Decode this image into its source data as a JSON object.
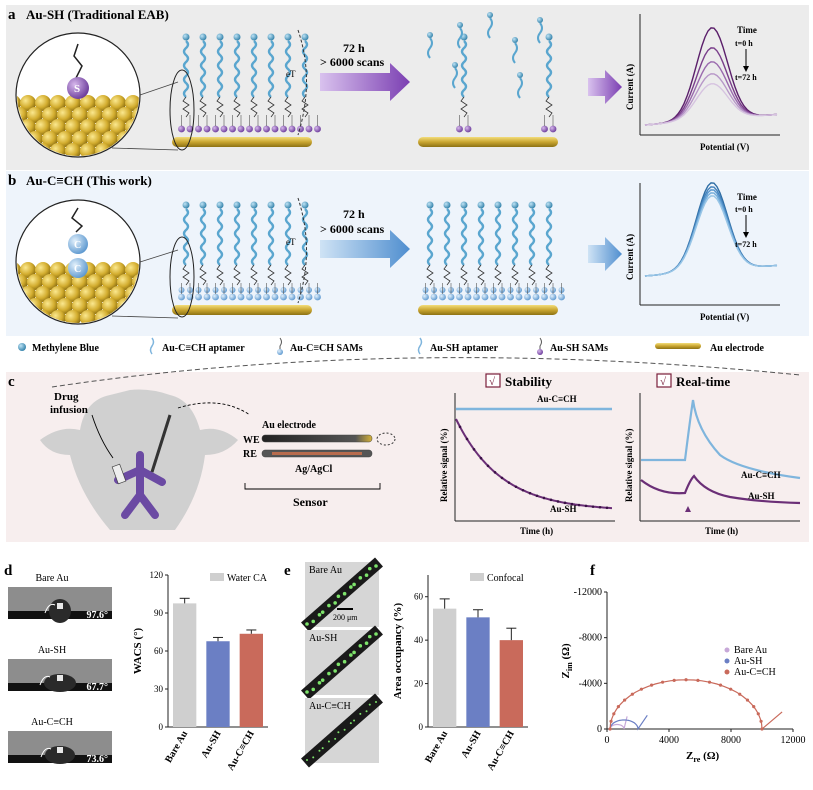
{
  "panel_a": {
    "letter": "a",
    "title": "Au-SH (Traditional EAB)",
    "arrow_line1": "72 h",
    "arrow_line2": "> 6000 scans",
    "et_label": "eT",
    "atom_label": "S",
    "plot_xlabel": "Potential (V)",
    "plot_ylabel": "Current (A)",
    "plot_time": "Time",
    "plot_t0": "t=0 h",
    "plot_t72": "t=72 h"
  },
  "panel_b": {
    "letter": "b",
    "title": "Au-C≡CH (This work)",
    "arrow_line1": "72 h",
    "arrow_line2": "> 6000 scans",
    "et_label": "eT",
    "atom_label": "C",
    "plot_xlabel": "Potential (V)",
    "plot_ylabel": "Current (A)",
    "plot_time": "Time",
    "plot_t0": "t=0 h",
    "plot_t72": "t=72 h"
  },
  "legend": {
    "items": [
      "Methylene Blue",
      "Au-C≡CH aptamer",
      "Au-C≡CH SAMs",
      "Au-SH aptamer",
      "Au-SH SAMs",
      "Au electrode"
    ]
  },
  "panel_c": {
    "letter": "c",
    "drug_infusion": "Drug\ninfusion",
    "au_electrode": "Au electrode",
    "we": "WE",
    "re": "RE",
    "agagcl": "Ag/AgCl",
    "sensor": "Sensor",
    "stability_title": "Stability",
    "realtime_title": "Real-time",
    "check": "√",
    "ylabel": "Relative signal (%)",
    "xlabel": "Time (h)",
    "label_auc": "Au-C≡CH",
    "label_ausah": "Au-SH"
  },
  "panel_d": {
    "letter": "d",
    "images": [
      {
        "label": "Bare Au",
        "angle": "97.6°"
      },
      {
        "label": "Au-SH",
        "angle": "67.7°"
      },
      {
        "label": "Au-C≡CH",
        "angle": "73.6°"
      }
    ]
  },
  "panel_e": {
    "letter": "e",
    "images": [
      {
        "label": "Bare Au"
      },
      {
        "label": "Au-SH"
      },
      {
        "label": "Au-C≡CH"
      }
    ],
    "scale": "200 μm"
  },
  "panel_f": {
    "letter": "f"
  },
  "colors": {
    "bare": "#cfcfcf",
    "sh": "#6b7fc4",
    "cch": "#c96a5b",
    "mb": "#3a8fb7",
    "gold": "#d4b13a",
    "purple": "#6b2f77",
    "lightblue": "#7fb5dd"
  },
  "chart_data": [
    {
      "id": "wacs",
      "type": "bar",
      "categories": [
        "Bare Au",
        "Au-SH",
        "Au-C≡CH"
      ],
      "values": [
        97.6,
        67.7,
        73.6
      ],
      "errors": [
        4,
        3,
        3
      ],
      "ylabel": "WACS (°)",
      "legend": "Water CA",
      "ylim": [
        0,
        120
      ],
      "yticks": [
        0,
        30,
        60,
        90,
        120
      ]
    },
    {
      "id": "area",
      "type": "bar",
      "categories": [
        "Bare Au",
        "Au-SH",
        "Au-C≡CH"
      ],
      "values": [
        54.5,
        50.5,
        40
      ],
      "errors": [
        4.5,
        3.5,
        5.5
      ],
      "ylabel": "Area occupancy  (%)",
      "legend": "Confocal",
      "ylim": [
        0,
        70
      ],
      "yticks": [
        0,
        20,
        40,
        60
      ]
    },
    {
      "id": "nyquist",
      "type": "scatter",
      "xlabel": "Z",
      "xlabel_sub": "re",
      "xlabel_unit": " (Ω)",
      "ylabel": "Z",
      "ylabel_sub": "im",
      "ylabel_unit": " (Ω)",
      "xlim": [
        0,
        12000
      ],
      "ylim": [
        0,
        -12000
      ],
      "xticks": [
        0,
        4000,
        8000,
        12000
      ],
      "yticks": [
        0,
        -4000,
        -8000,
        -12000
      ],
      "series": [
        {
          "name": "Bare Au",
          "semicircle_diameter": 900,
          "tail_to": [
            1300,
            -1100
          ]
        },
        {
          "name": "Au-SH",
          "semicircle_diameter": 1800,
          "tail_to": [
            2600,
            -1200
          ]
        },
        {
          "name": "Au-C≡CH",
          "semicircle_diameter": 9800,
          "tail_to": [
            11300,
            -1500
          ]
        }
      ]
    }
  ]
}
